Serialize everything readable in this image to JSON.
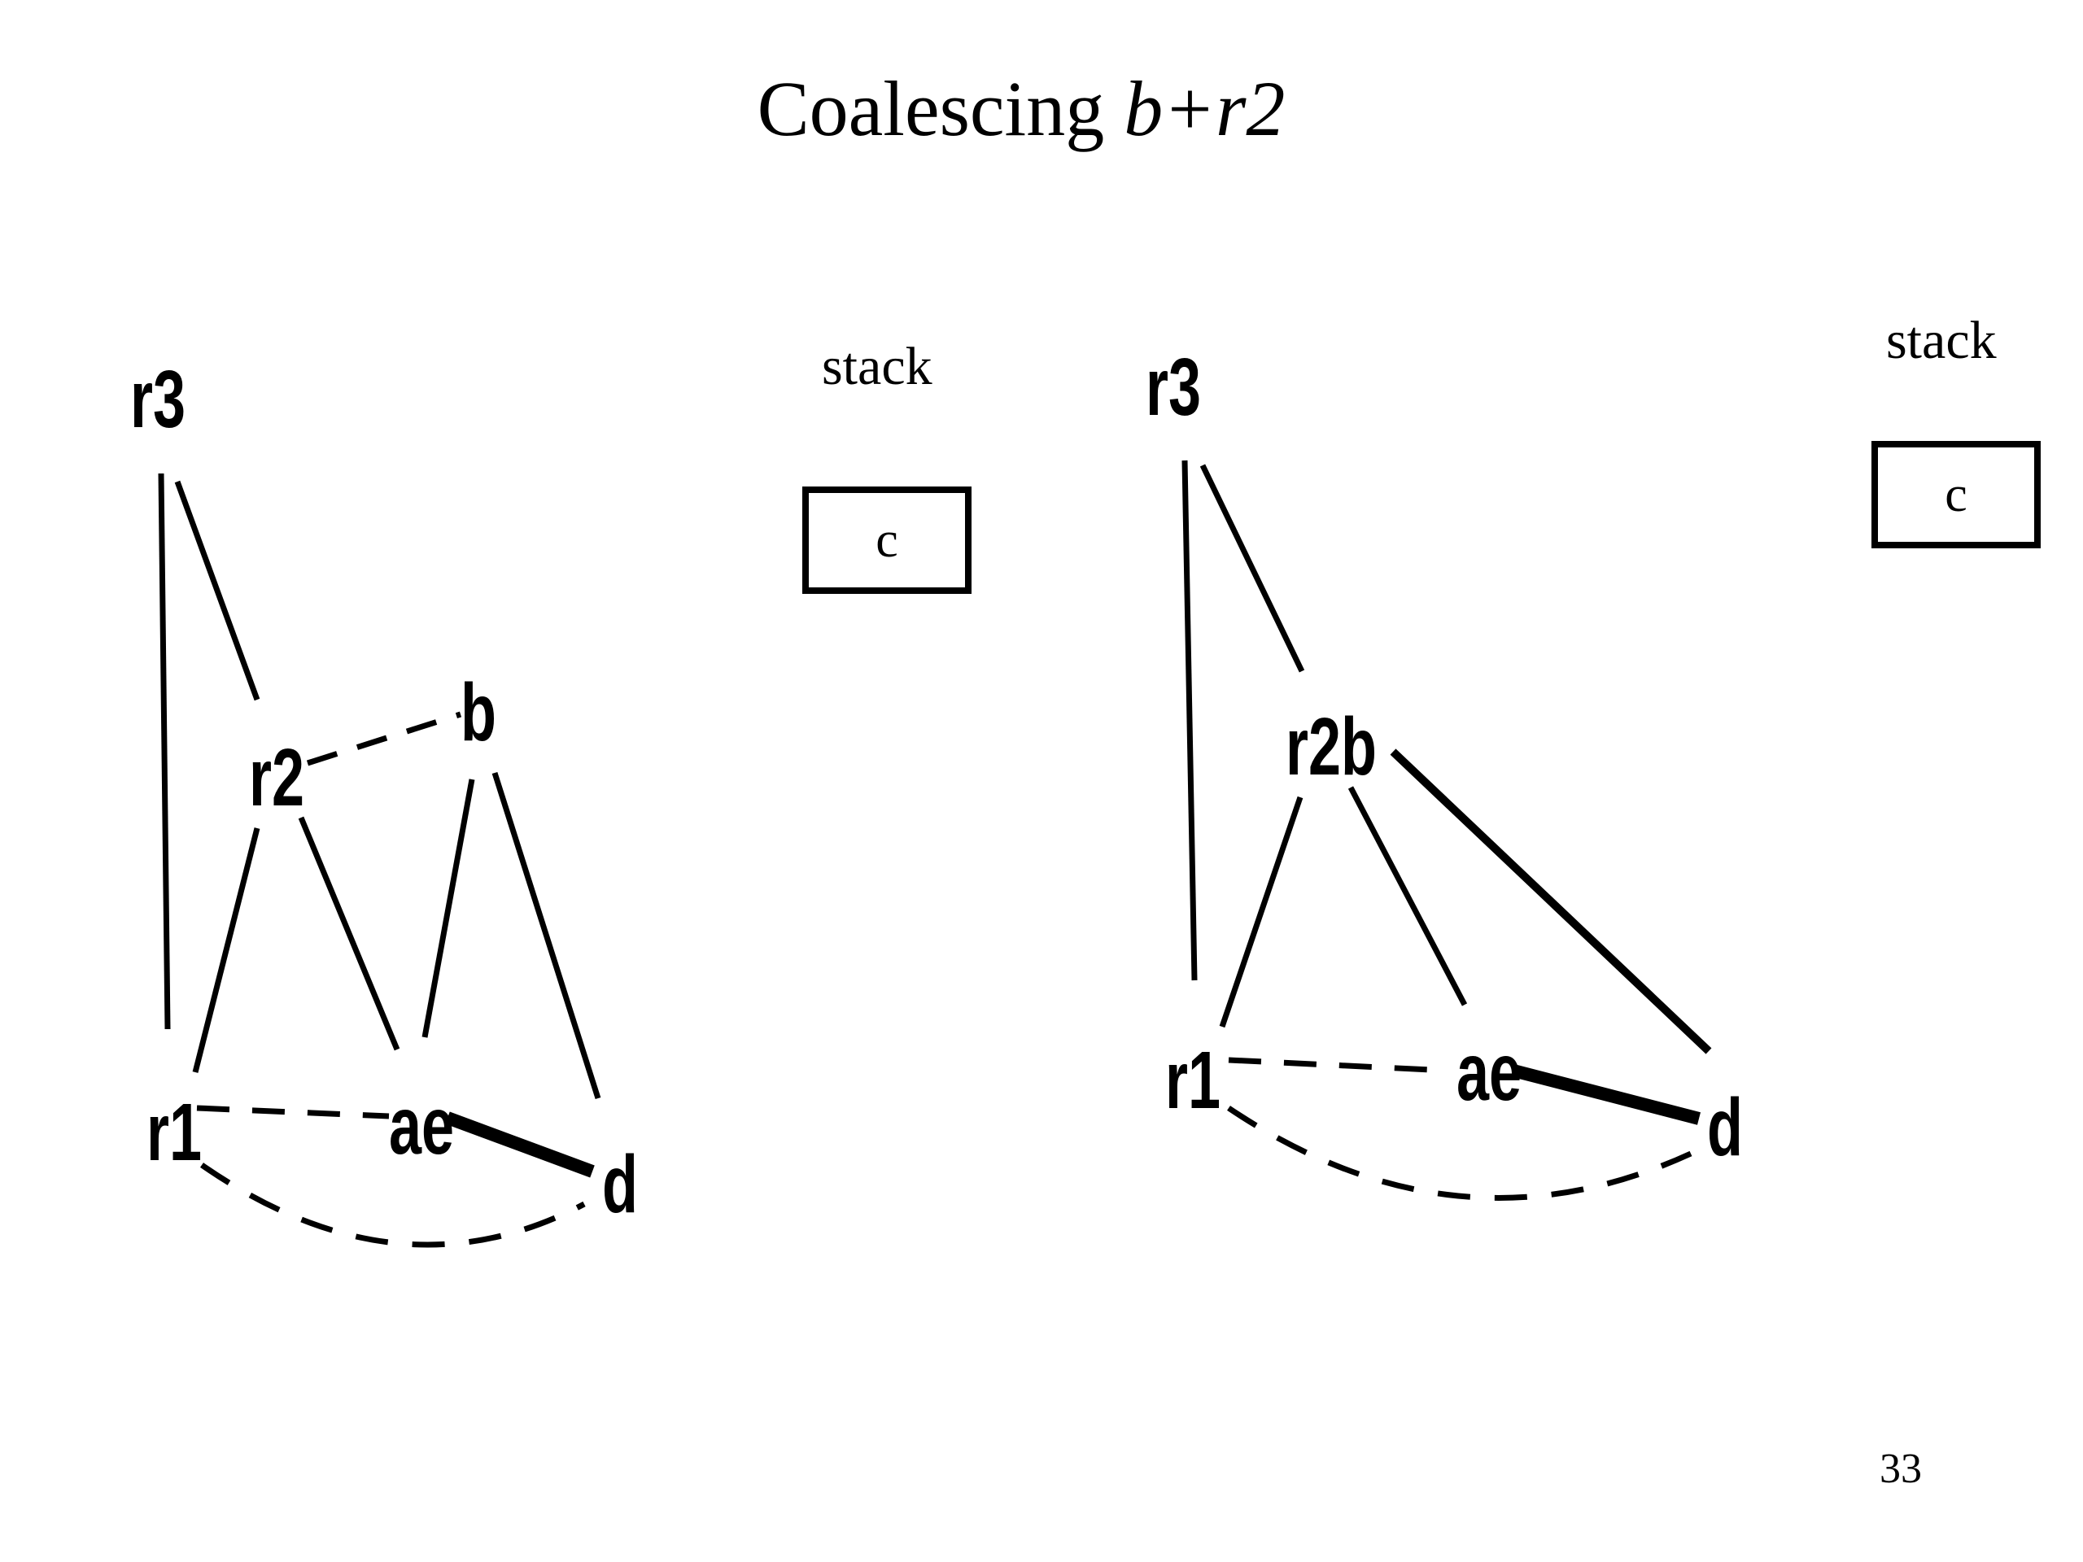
{
  "slide": {
    "title_prefix": "Coalescing ",
    "title_emph": "b+r2",
    "page_number": "33"
  },
  "left_panel": {
    "stack_label": "stack",
    "stack_items": [
      "c"
    ],
    "nodes": {
      "r3": "r3",
      "r2": "r2",
      "b": "b",
      "r1": "r1",
      "ae": "ae",
      "d": "d"
    },
    "edges": [
      {
        "from": "r3",
        "to": "r1",
        "style": "solid"
      },
      {
        "from": "r3",
        "to": "r2",
        "style": "solid"
      },
      {
        "from": "r2",
        "to": "b",
        "style": "dashed"
      },
      {
        "from": "r2",
        "to": "r1",
        "style": "solid"
      },
      {
        "from": "r2",
        "to": "ae",
        "style": "solid"
      },
      {
        "from": "b",
        "to": "ae",
        "style": "solid"
      },
      {
        "from": "b",
        "to": "d",
        "style": "solid"
      },
      {
        "from": "r1",
        "to": "ae",
        "style": "dashed"
      },
      {
        "from": "ae",
        "to": "d",
        "style": "thick"
      },
      {
        "from": "r1",
        "to": "d",
        "style": "dashed"
      }
    ]
  },
  "right_panel": {
    "stack_label": "stack",
    "stack_items": [
      "c"
    ],
    "nodes": {
      "r3": "r3",
      "r2b": "r2b",
      "r1": "r1",
      "ae": "ae",
      "d": "d"
    },
    "edges": [
      {
        "from": "r3",
        "to": "r1",
        "style": "solid"
      },
      {
        "from": "r3",
        "to": "r2b",
        "style": "solid"
      },
      {
        "from": "r2b",
        "to": "r1",
        "style": "solid"
      },
      {
        "from": "r2b",
        "to": "ae",
        "style": "solid"
      },
      {
        "from": "r2b",
        "to": "d",
        "style": "thick"
      },
      {
        "from": "r1",
        "to": "ae",
        "style": "dashed"
      },
      {
        "from": "ae",
        "to": "d",
        "style": "thick"
      },
      {
        "from": "r1",
        "to": "d",
        "style": "dashed"
      }
    ]
  }
}
